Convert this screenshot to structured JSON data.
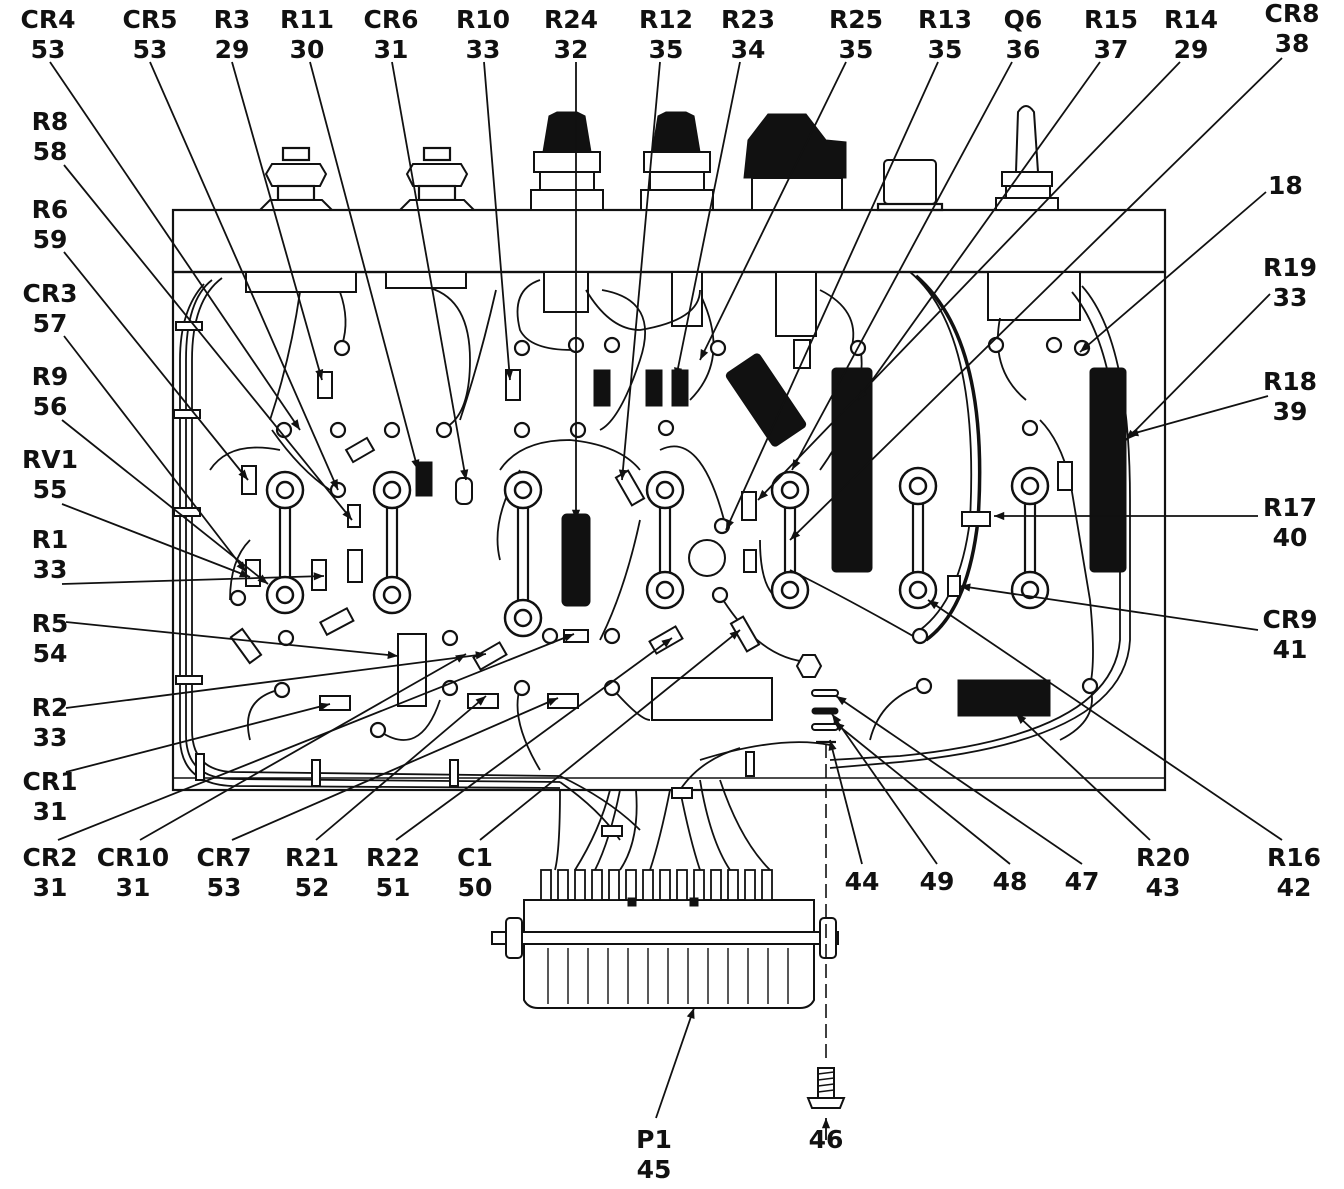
{
  "callouts": [
    {
      "ref": "CR4",
      "item": "53"
    },
    {
      "ref": "CR5",
      "item": "53"
    },
    {
      "ref": "R3",
      "item": "29"
    },
    {
      "ref": "R11",
      "item": "30"
    },
    {
      "ref": "CR6",
      "item": "31"
    },
    {
      "ref": "R10",
      "item": "33"
    },
    {
      "ref": "R24",
      "item": "32"
    },
    {
      "ref": "R12",
      "item": "35"
    },
    {
      "ref": "R23",
      "item": "34"
    },
    {
      "ref": "R25",
      "item": "35"
    },
    {
      "ref": "R13",
      "item": "35"
    },
    {
      "ref": "Q6",
      "item": "36"
    },
    {
      "ref": "R15",
      "item": "37"
    },
    {
      "ref": "R14",
      "item": "29"
    },
    {
      "ref": "CR8",
      "item": "38"
    },
    {
      "ref": "R8",
      "item": "58"
    },
    {
      "ref": "R6",
      "item": "59"
    },
    {
      "ref": "CR3",
      "item": "57"
    },
    {
      "ref": "R9",
      "item": "56"
    },
    {
      "ref": "RV1",
      "item": "55"
    },
    {
      "ref": "R1",
      "item": "33"
    },
    {
      "ref": "R5",
      "item": "54"
    },
    {
      "ref": "R2",
      "item": "33"
    },
    {
      "ref": "CR1",
      "item": "31"
    },
    {
      "ref": "",
      "item": "18"
    },
    {
      "ref": "R19",
      "item": "33"
    },
    {
      "ref": "R18",
      "item": "39"
    },
    {
      "ref": "R17",
      "item": "40"
    },
    {
      "ref": "CR9",
      "item": "41"
    },
    {
      "ref": "CR2",
      "item": "31"
    },
    {
      "ref": "CR10",
      "item": "31"
    },
    {
      "ref": "CR7",
      "item": "53"
    },
    {
      "ref": "R21",
      "item": "52"
    },
    {
      "ref": "R22",
      "item": "51"
    },
    {
      "ref": "C1",
      "item": "50"
    },
    {
      "ref": "",
      "item": "44"
    },
    {
      "ref": "",
      "item": "49"
    },
    {
      "ref": "",
      "item": "48"
    },
    {
      "ref": "",
      "item": "47"
    },
    {
      "ref": "R20",
      "item": "43"
    },
    {
      "ref": "R16",
      "item": "42"
    },
    {
      "ref": "P1",
      "item": "45"
    },
    {
      "ref": "",
      "item": "46"
    }
  ]
}
